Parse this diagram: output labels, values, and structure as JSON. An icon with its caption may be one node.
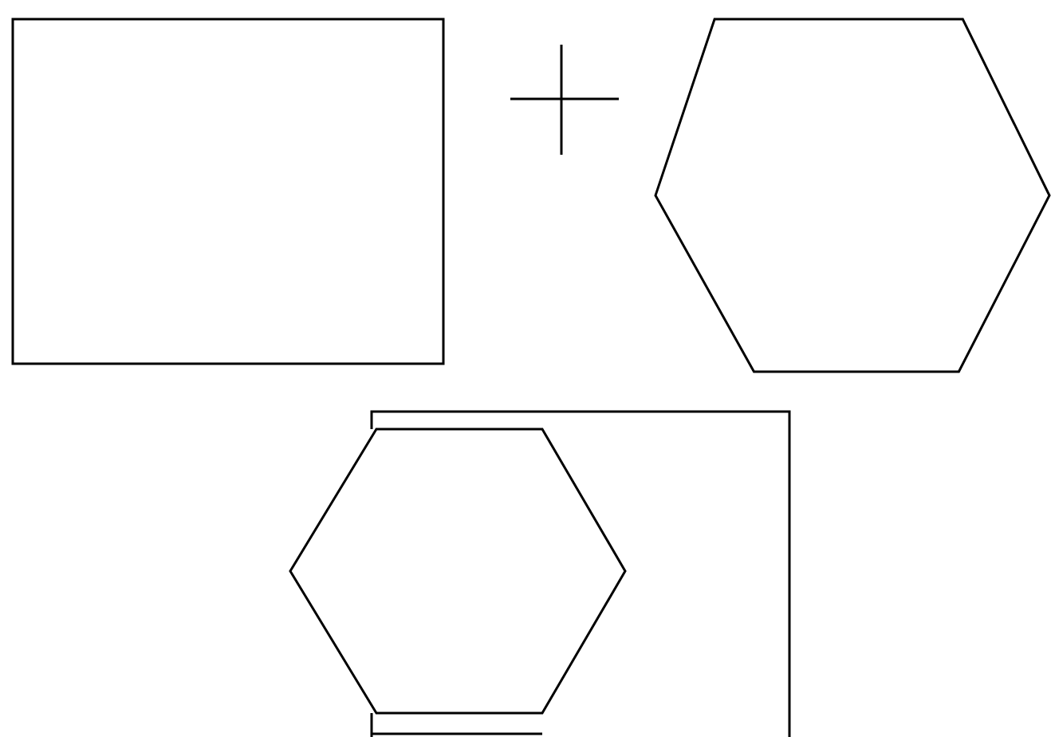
{
  "diagram": {
    "nodes": [
      {
        "text": [],
        "shape": "box"
      },
      {
        "text": [],
        "shape": "hexagon"
      },
      {
        "text": [],
        "shape": "picture"
      }
    ]
  }
}
